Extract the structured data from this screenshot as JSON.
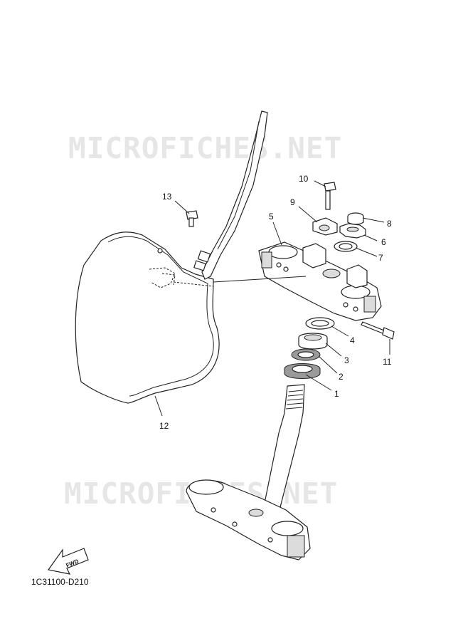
{
  "watermark": {
    "top": "MICROFICHES.NET",
    "bottom": "MICROFICHES.NET"
  },
  "callouts": {
    "c1": "1",
    "c2": "2",
    "c3": "3",
    "c4": "4",
    "c5": "5",
    "c6": "6",
    "c7": "7",
    "c8": "8",
    "c9": "9",
    "c10": "10",
    "c11": "11",
    "c12": "12",
    "c13": "13"
  },
  "fwd_label": "FWD",
  "diagram_code": "1C31100-D210"
}
